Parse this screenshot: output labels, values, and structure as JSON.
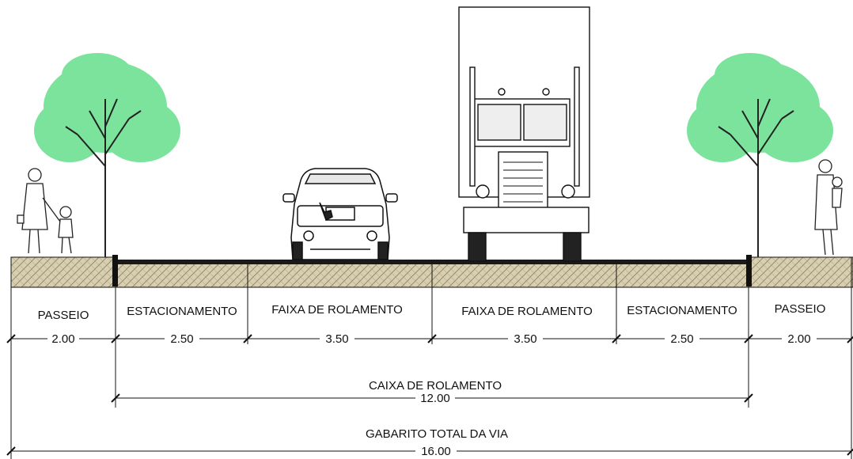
{
  "segments": [
    {
      "label": "PASSEIO",
      "width": "2.00"
    },
    {
      "label": "ESTACIONAMENTO",
      "width": "2.50"
    },
    {
      "label": "FAIXA DE ROLAMENTO",
      "width": "3.50"
    },
    {
      "label": "FAIXA DE ROLAMENTO",
      "width": "3.50"
    },
    {
      "label": "ESTACIONAMENTO",
      "width": "2.50"
    },
    {
      "label": "PASSEIO",
      "width": "2.00"
    }
  ],
  "caixa": {
    "label": "CAIXA DE ROLAMENTO",
    "width": "12.00"
  },
  "gabarito": {
    "label": "GABARITO TOTAL DA VIA",
    "width": "16.00"
  },
  "colors": {
    "tree_foliage": "#7be39c",
    "ground_fill": "#d8cfb1",
    "asphalt": "#1a1a1a",
    "line": "#111111"
  },
  "figures": [
    "tree-icon",
    "pedestrian-icon",
    "car-icon",
    "truck-icon"
  ]
}
